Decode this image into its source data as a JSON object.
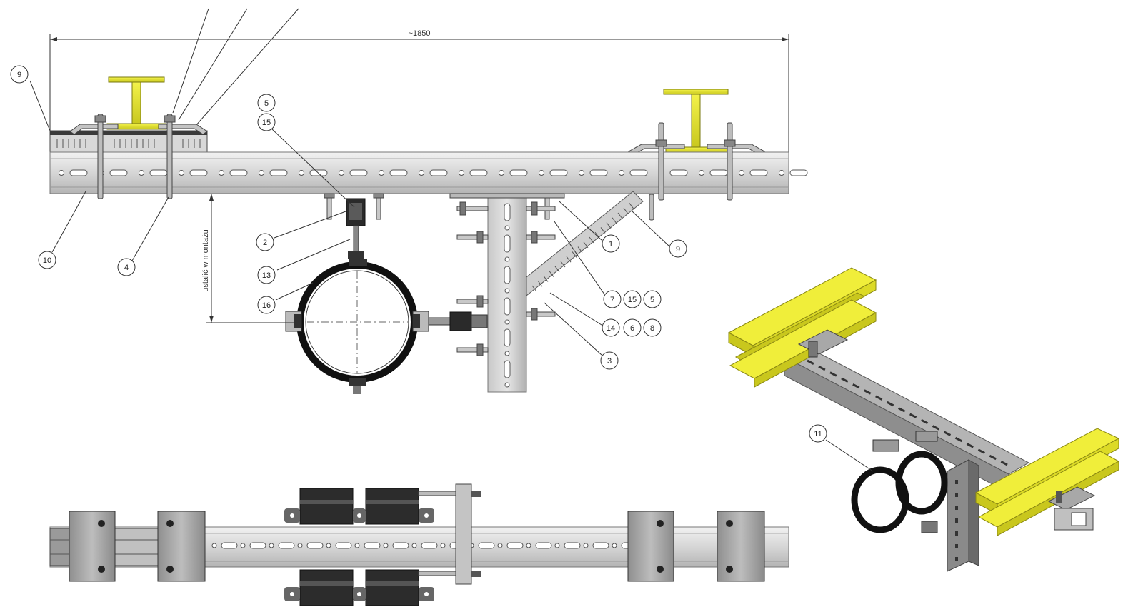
{
  "dimensions": {
    "overall_width": "~1850",
    "height_note": "ustalić w montażu"
  },
  "balloons": {
    "b9_left": "9",
    "b10": "10",
    "b4": "4",
    "b5_top": "5",
    "b15_top": "15",
    "b2": "2",
    "b13": "13",
    "b16": "16",
    "b1": "1",
    "b9_right": "9",
    "b7": "7",
    "b15_mid": "15",
    "b5_mid": "5",
    "b14": "14",
    "b6": "6",
    "b8": "8",
    "b3": "3",
    "b11": "11"
  },
  "colors": {
    "beam_yellow": "#e8e62a",
    "beam_yellow_dark": "#b9b81c",
    "rail_grey": "#dcdcdc",
    "rail_edge": "#8a8a8a",
    "dark_grey": "#555555",
    "clamp_black": "#1a1a1a",
    "line": "#333333"
  }
}
